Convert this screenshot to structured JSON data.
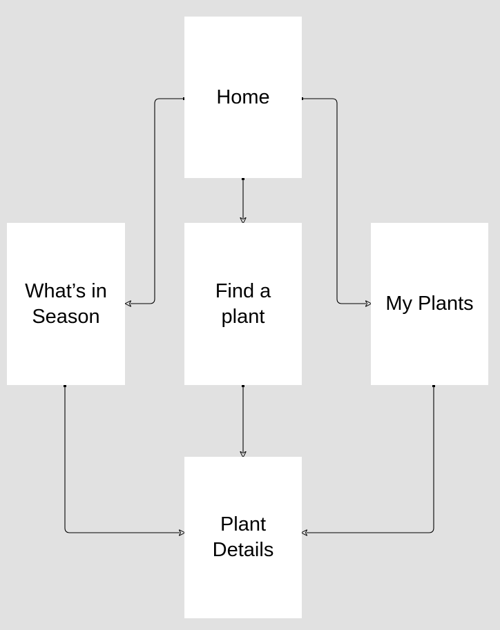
{
  "diagram": {
    "background_color": "#e1e1e1",
    "node_fill_color": "#ffffff",
    "connector_color": "#000000",
    "text_color": "#000000",
    "nodes": [
      {
        "id": "home",
        "label": "Home",
        "lines": [
          "Home"
        ]
      },
      {
        "id": "whats-in-season",
        "label": "What’s in Season",
        "lines": [
          "What’s in",
          "Season"
        ]
      },
      {
        "id": "find-a-plant",
        "label": "Find a plant",
        "lines": [
          "Find a",
          "plant"
        ]
      },
      {
        "id": "my-plants",
        "label": "My Plants",
        "lines": [
          "My Plants"
        ]
      },
      {
        "id": "plant-details",
        "label": "Plant Details",
        "lines": [
          "Plant",
          "Details"
        ]
      }
    ],
    "edges": [
      {
        "from": "home",
        "to": "whats-in-season",
        "start_marker": "square-dot",
        "end_marker": "arrow"
      },
      {
        "from": "home",
        "to": "find-a-plant",
        "start_marker": "square-dot",
        "end_marker": "arrow"
      },
      {
        "from": "home",
        "to": "my-plants",
        "start_marker": "square-dot",
        "end_marker": "arrow"
      },
      {
        "from": "whats-in-season",
        "to": "plant-details",
        "start_marker": "square-dot",
        "end_marker": "arrow"
      },
      {
        "from": "find-a-plant",
        "to": "plant-details",
        "start_marker": "square-dot",
        "end_marker": "arrow"
      },
      {
        "from": "my-plants",
        "to": "plant-details",
        "start_marker": "square-dot",
        "end_marker": "arrow"
      }
    ]
  }
}
